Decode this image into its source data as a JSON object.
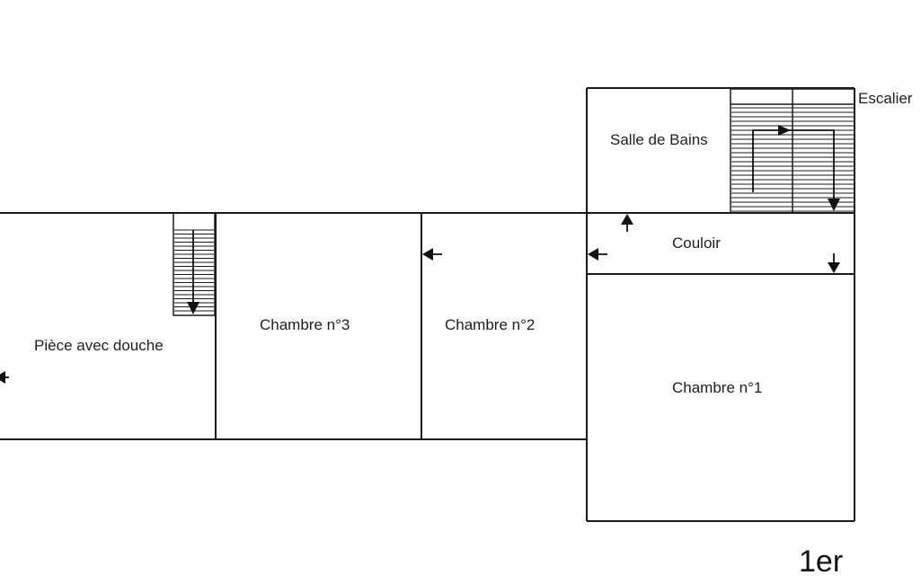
{
  "rooms": {
    "piece_douche": "Pièce avec douche",
    "chambre3": "Chambre n°3",
    "chambre2": "Chambre n°2",
    "chambre1": "Chambre n°1",
    "couloir": "Couloir",
    "salle_bains": "Salle de Bains",
    "escalier": "Escalier"
  },
  "floor_label": "1er",
  "colors": {
    "line": "#1a1a1a",
    "background": "#ffffff"
  }
}
